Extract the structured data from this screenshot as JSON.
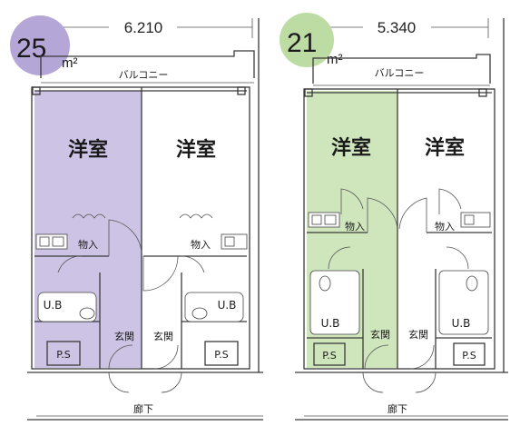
{
  "colors": {
    "highlight_25": "#cdc3e4",
    "highlight_21": "#cfe6bd",
    "badge_25": "#b5a6d8",
    "badge_21": "#bcdca3",
    "wall": "#3a3a3a"
  },
  "left": {
    "badge_number": "25",
    "badge_unit": "m²",
    "dimension": "6.210",
    "balcony": "バルコニー",
    "room_a": "洋室",
    "room_b": "洋室",
    "storage_a": "物入",
    "storage_b": "物入",
    "bath_a": "U.B",
    "bath_b": "U.B",
    "entry_a": "玄関",
    "entry_b": "玄関",
    "ps_a": "P.S",
    "ps_b": "P.S",
    "corridor": "廊下"
  },
  "right": {
    "badge_number": "21",
    "badge_unit": "m²",
    "dimension": "5.340",
    "balcony": "バルコニー",
    "room_a": "洋室",
    "room_b": "洋室",
    "storage_a": "物入",
    "storage_b": "物入",
    "bath_a": "U.B",
    "bath_b": "U.B",
    "entry_a": "玄関",
    "entry_b": "玄関",
    "ps_a": "P.S",
    "ps_b": "P.S",
    "corridor": "廊下"
  }
}
